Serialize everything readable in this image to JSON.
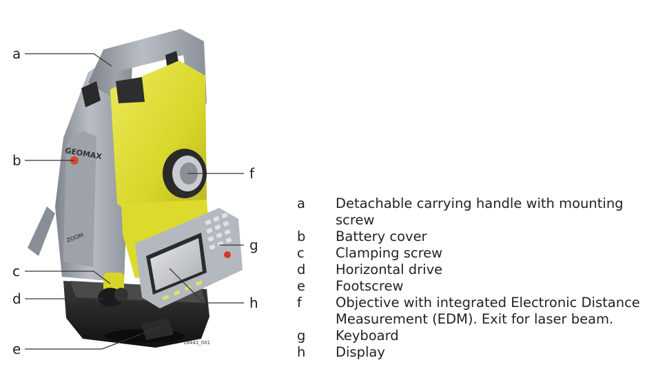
{
  "callouts": {
    "a": "a",
    "b": "b",
    "c": "c",
    "d": "d",
    "e": "e",
    "f": "f",
    "g": "g",
    "h": "h"
  },
  "figure_id": "18441_001",
  "brand": "GEOMAX",
  "model": "ZOOM",
  "colors": {
    "body_yellow": "#e4e233",
    "body_grey": "#a2a6ae",
    "base_black": "#1d1d1d"
  },
  "legend": [
    {
      "letter": "a",
      "text": "Detachable carrying handle with mounting screw"
    },
    {
      "letter": "b",
      "text": "Battery cover"
    },
    {
      "letter": "c",
      "text": "Clamping screw"
    },
    {
      "letter": "d",
      "text": "Horizontal drive"
    },
    {
      "letter": "e",
      "text": "Footscrew"
    },
    {
      "letter": "f",
      "text": "Objective with integrated Electronic Distance Measurement (EDM). Exit for laser beam."
    },
    {
      "letter": "g",
      "text": "Keyboard"
    },
    {
      "letter": "h",
      "text": "Display"
    }
  ]
}
